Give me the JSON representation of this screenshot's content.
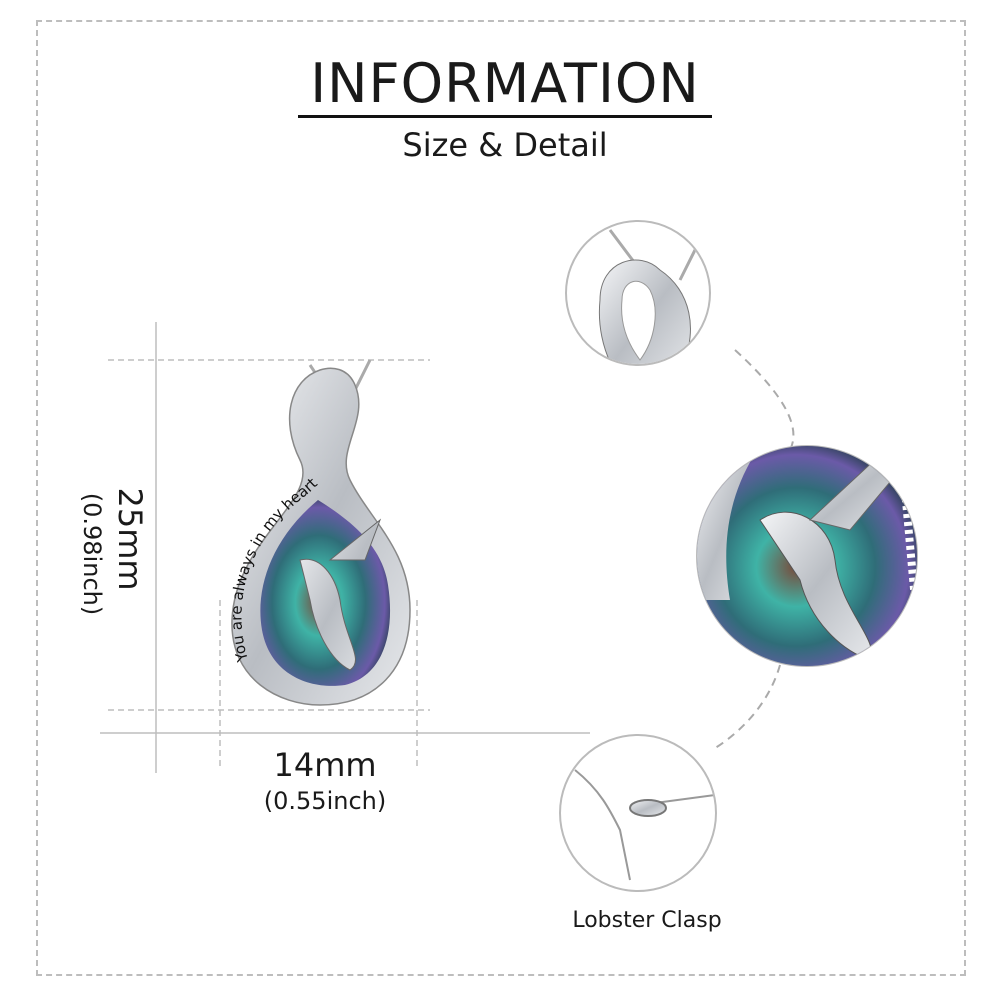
{
  "header": {
    "title": "INFORMATION",
    "subtitle": "Size & Detail"
  },
  "dimensions": {
    "height_mm": "25mm",
    "height_inch": "(0.98inch)",
    "width_mm": "14mm",
    "width_inch": "(0.55inch)"
  },
  "product": {
    "engraving": "You are always in my heart"
  },
  "details": {
    "clasp_caption": "Lobster Clasp"
  },
  "colors": {
    "silver": "#c9ccd1",
    "abalone_teal": "#3fb3a6",
    "abalone_purple": "#6b5aa8",
    "guide_line": "#bdbdbd"
  }
}
